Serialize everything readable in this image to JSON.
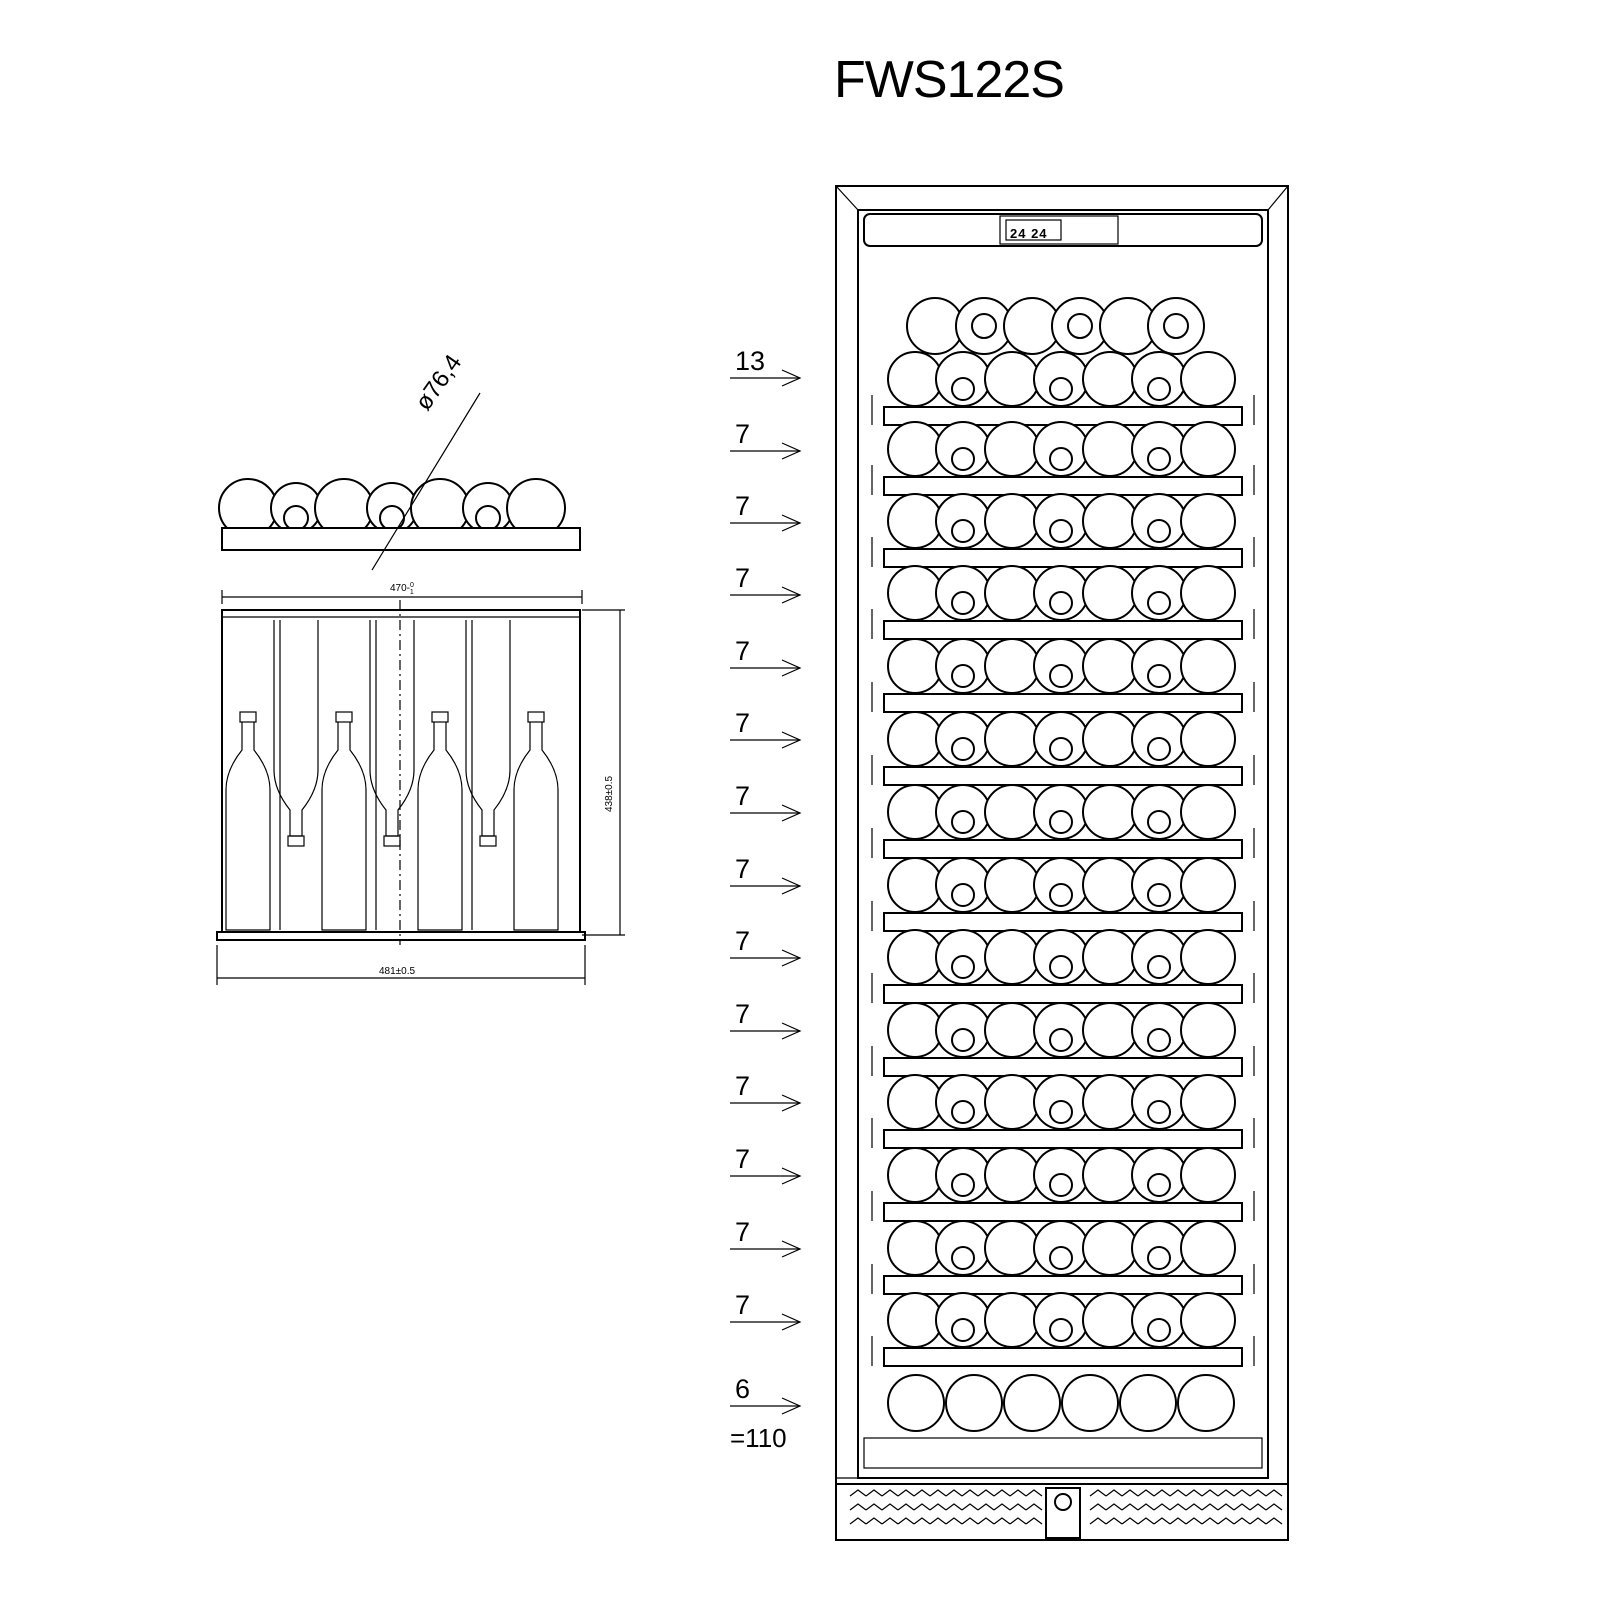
{
  "title": "FWS122S",
  "detail": {
    "diameter_label": "ø76,4",
    "depth_label": "470-",
    "depth_sup": "0",
    "depth_sub": "1",
    "inner_height_label": "438±0.5",
    "outer_width_label": "481±0.5"
  },
  "shelf_counts": [
    "13",
    "7",
    "7",
    "7",
    "7",
    "7",
    "7",
    "7",
    "7",
    "7",
    "7",
    "7",
    "7",
    "7",
    "6"
  ],
  "bottom_label": "=110",
  "display_text": "24 24"
}
